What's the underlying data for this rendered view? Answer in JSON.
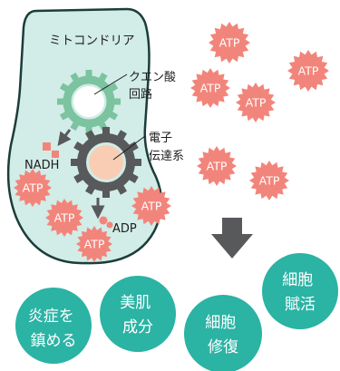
{
  "mitochondria": {
    "title": "ミトコンドリア",
    "krebs_cycle_label": [
      "クエン酸",
      "回路"
    ],
    "electron_transport_label": [
      "電子",
      "伝達系"
    ],
    "nadh_label": "NADH",
    "adp_label": "ADP"
  },
  "atp_label": "ATP",
  "benefits": [
    {
      "lines": [
        "炎症を",
        "鎮める"
      ]
    },
    {
      "lines": [
        "美肌",
        "成分"
      ]
    },
    {
      "lines": [
        "細胞",
        "修復"
      ]
    },
    {
      "lines": [
        "細胞",
        "賦活"
      ]
    }
  ],
  "colors": {
    "mitochondria_fill": "#d2ece7",
    "mitochondria_outline": "#1c3d3a",
    "krebs_gear": "#7cc3a0",
    "etc_gear": "#58595b",
    "atp_burst": "#f2857b",
    "benefit_circle": "#2bb3a4",
    "arrow": "#58595b"
  }
}
